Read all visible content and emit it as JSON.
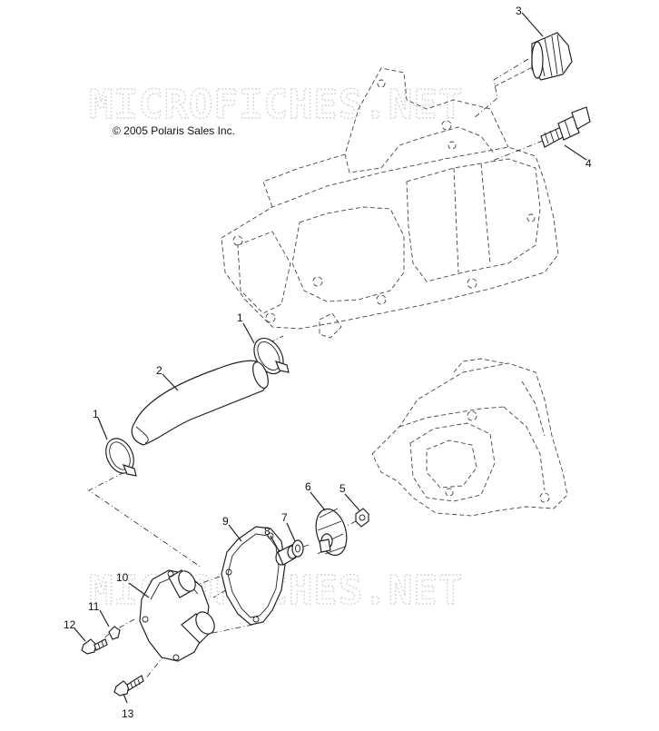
{
  "copyright": "© 2005 Polaris Sales Inc.",
  "watermark": "MICROFICHES.NET",
  "callouts": [
    {
      "id": "callout-1-upper",
      "text": "1"
    },
    {
      "id": "callout-1-lower",
      "text": "1"
    },
    {
      "id": "callout-2",
      "text": "2"
    },
    {
      "id": "callout-3",
      "text": "3"
    },
    {
      "id": "callout-4",
      "text": "4"
    },
    {
      "id": "callout-5",
      "text": "5"
    },
    {
      "id": "callout-6",
      "text": "6"
    },
    {
      "id": "callout-7",
      "text": "7"
    },
    {
      "id": "callout-8",
      "text": "8"
    },
    {
      "id": "callout-9",
      "text": "9"
    },
    {
      "id": "callout-10",
      "text": "10"
    },
    {
      "id": "callout-11",
      "text": "11"
    },
    {
      "id": "callout-12",
      "text": "12"
    },
    {
      "id": "callout-13",
      "text": "13"
    }
  ]
}
